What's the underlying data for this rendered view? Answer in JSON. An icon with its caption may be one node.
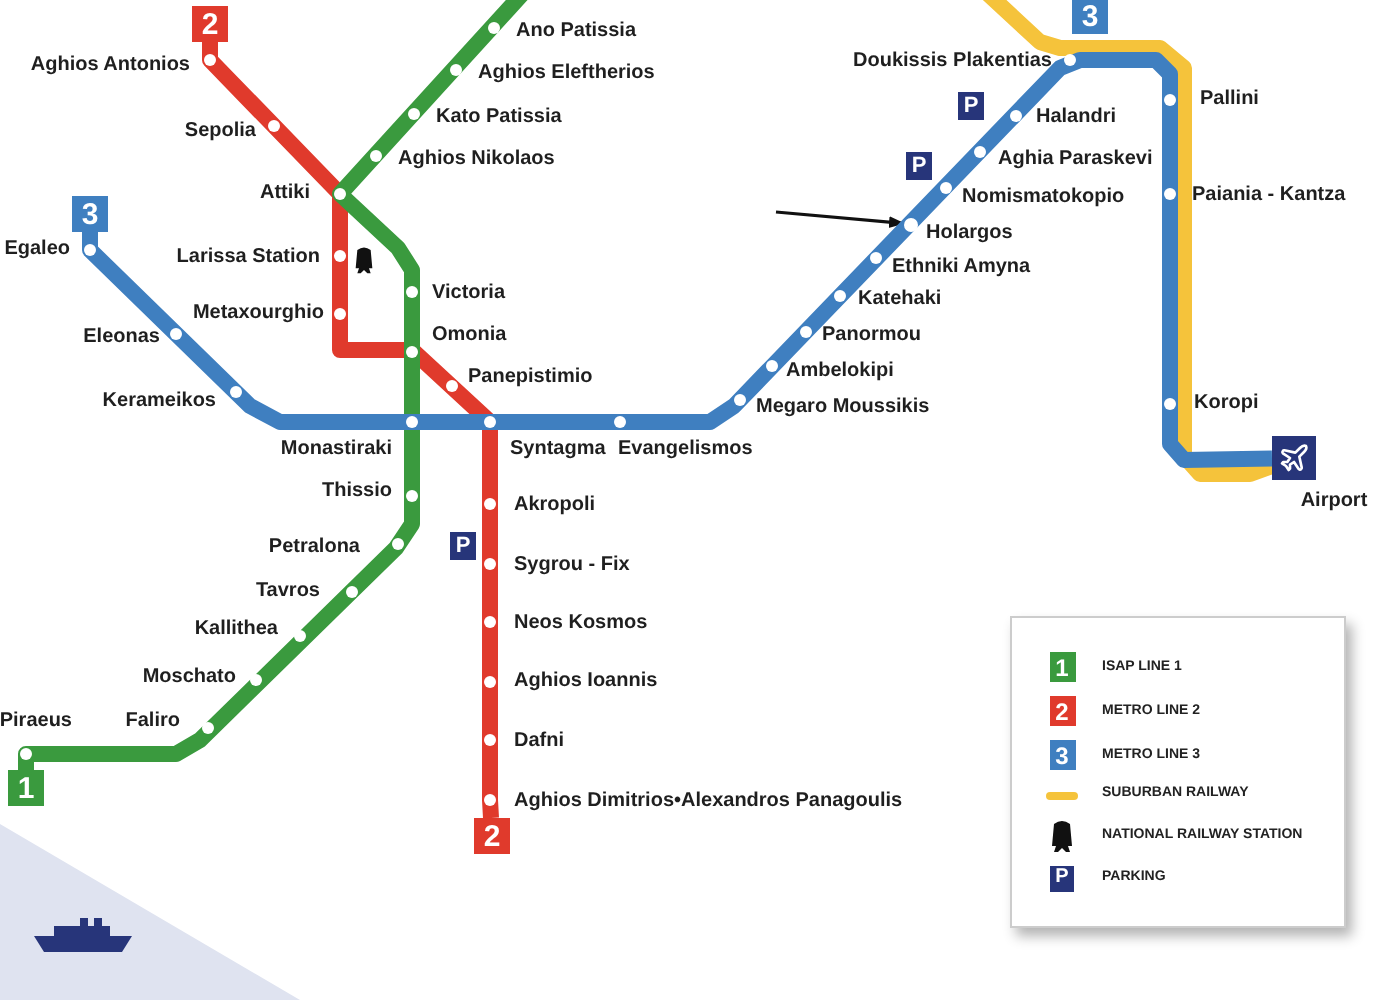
{
  "diagram": {
    "nodes": [
      {
        "text": [],
        "shape": "circle"
      },
      {
        "text": [
          "2"
        ]
      },
      {
        "text": [
          "3"
        ]
      },
      {
        "text": [
          "3"
        ]
      },
      {
        "text": [],
        "shape": "picture",
        "beside": [
          "Airport"
        ]
      },
      {
        "text": [
          "1"
        ]
      },
      {
        "text": [
          "2"
        ]
      }
    ],
    "edges": [
      {
        "from": null,
        "to": 0,
        "arrow": "to"
      },
      {
        "from": 1,
        "to": 6,
        "arrow": "none",
        "color": "#e03a2c"
      },
      {
        "from": null,
        "to": 5,
        "arrow": "none",
        "color": "#3a9a3e"
      },
      {
        "from": null,
        "to": 4,
        "arrow": "none",
        "color": "#f5c33b"
      },
      {
        "from": 3,
        "to": 4,
        "arrow": "none",
        "color": "#3f7fc0"
      }
    ],
    "labels": [
      "Ano Patissia",
      "Aghios Antonios",
      "Aghios Eleftherios",
      "Doukissis Plakentias",
      "Pallini",
      "P",
      "Halandri",
      "Kato Patissia",
      "Sepolia",
      "Aghia Paraskevi",
      "P",
      "Aghios Nikolaos",
      "Nomismatokopio",
      "Attiki",
      "Paiania - Kantza",
      "Holargos",
      "Egaleo",
      "Larissa Station",
      "Ethniki Amyna",
      "Katehaki",
      "Victoria",
      "Metaxourghio",
      "Eleonas",
      "Omonia",
      "Panepistimio",
      "Panormou",
      "Ambelokipi",
      "Kerameikos",
      "Megaro Moussikis",
      "Koropi",
      "Monastiraki",
      "Syntagma",
      "Evangelismos",
      "Thissio",
      "Akropoli",
      "Petralona",
      "P",
      "Sygrou - Fix",
      "Tavros",
      "Kallithea",
      "Neos Kosmos",
      "Moschato",
      "Aghios Ioannis",
      "Piraeus",
      "Faliro",
      "Dafni",
      "Aghios Dimitrios•Alexandros Panagoulis",
      "1",
      "2",
      "3",
      "P"
    ],
    "legend": [
      {
        "text": "ISAP LINE 1",
        "color": "#3a9a3e"
      },
      {
        "text": "METRO LINE 2",
        "color": "#e03a2c"
      },
      {
        "text": "METRO LINE 3",
        "color": "#3f7fc0"
      },
      {
        "text": "SUBURBAN RAILWAY",
        "color": "#f5c33b"
      },
      {
        "text": "NATIONAL RAILWAY STATION"
      },
      {
        "text": "PARKING"
      }
    ]
  }
}
